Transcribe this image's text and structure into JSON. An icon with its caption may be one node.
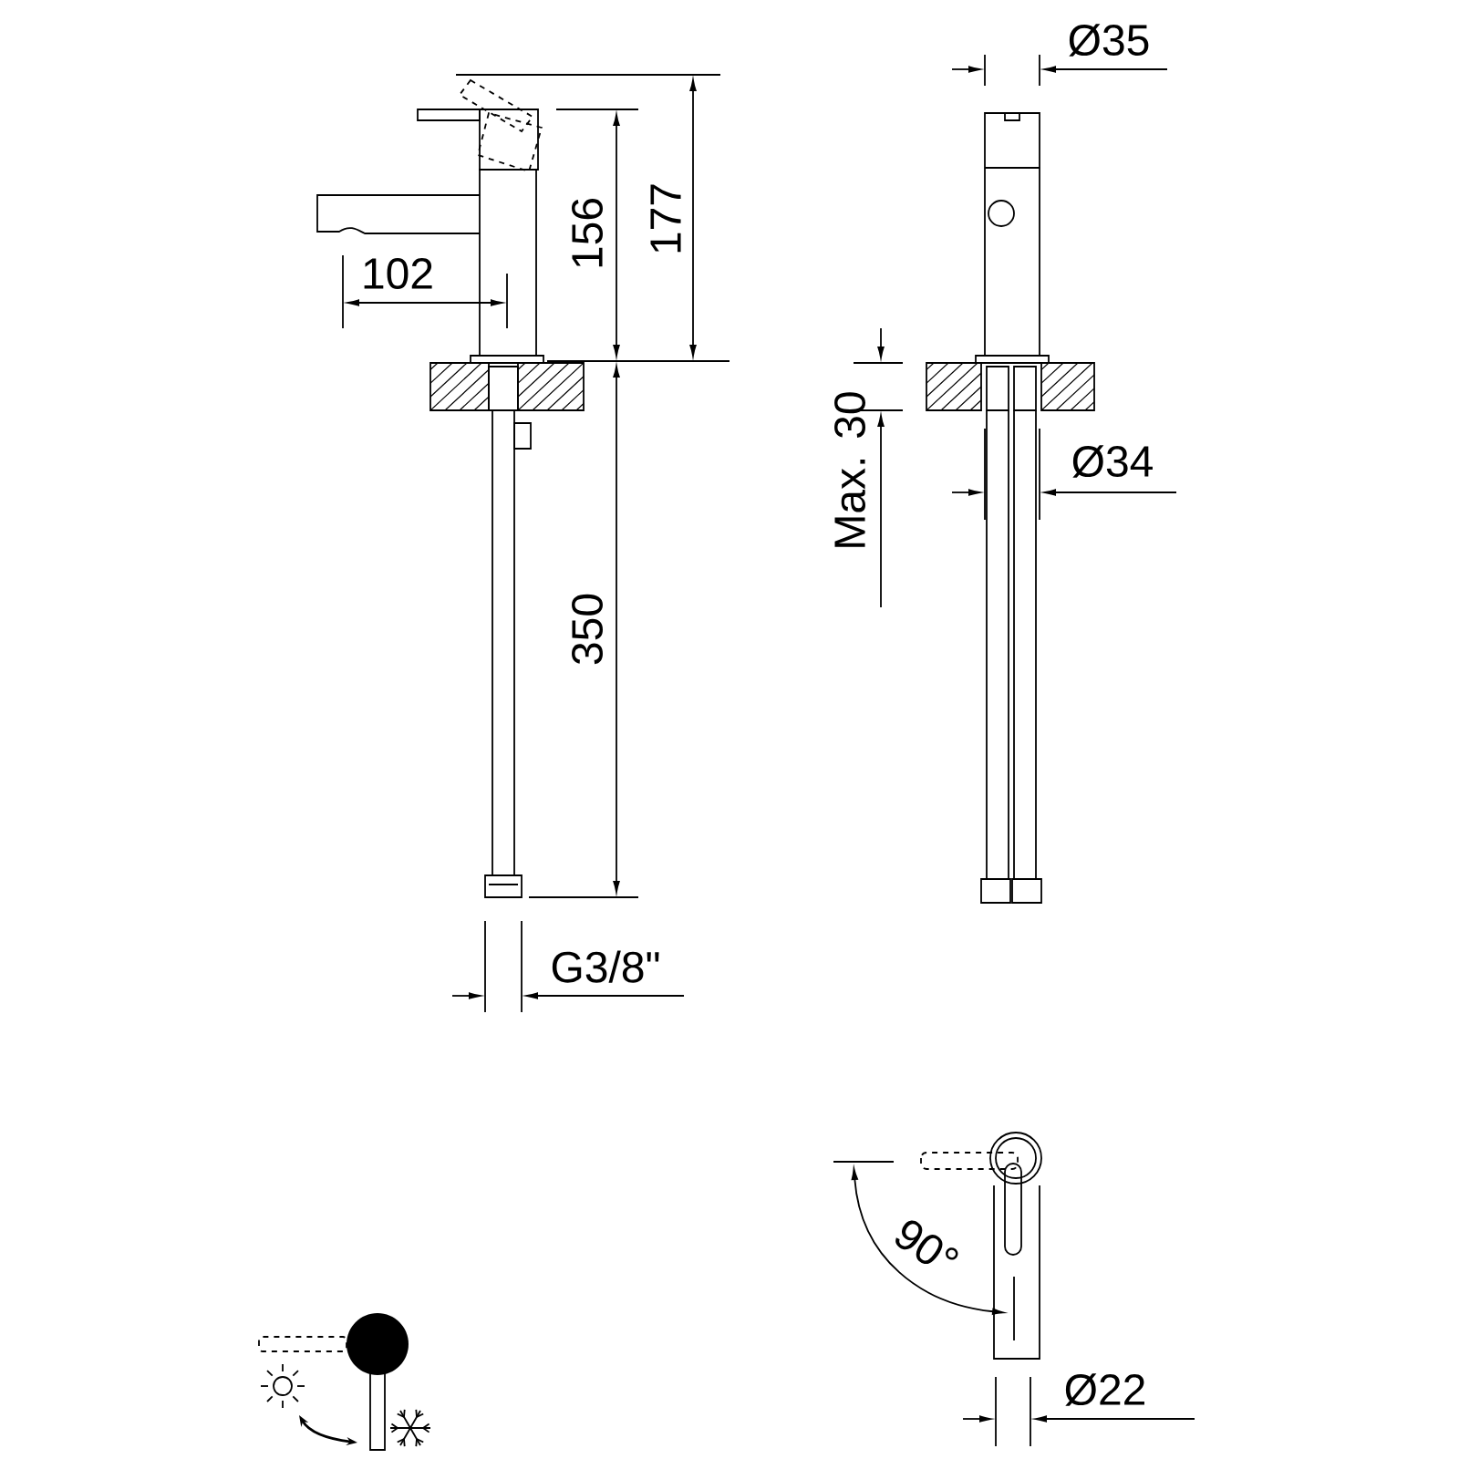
{
  "diagram": {
    "labels": [
      "Ø35",
      "177",
      "156",
      "102",
      "Ø34",
      "Max. 30",
      "350",
      "G3/8\"",
      "90°",
      "Ø22"
    ]
  }
}
